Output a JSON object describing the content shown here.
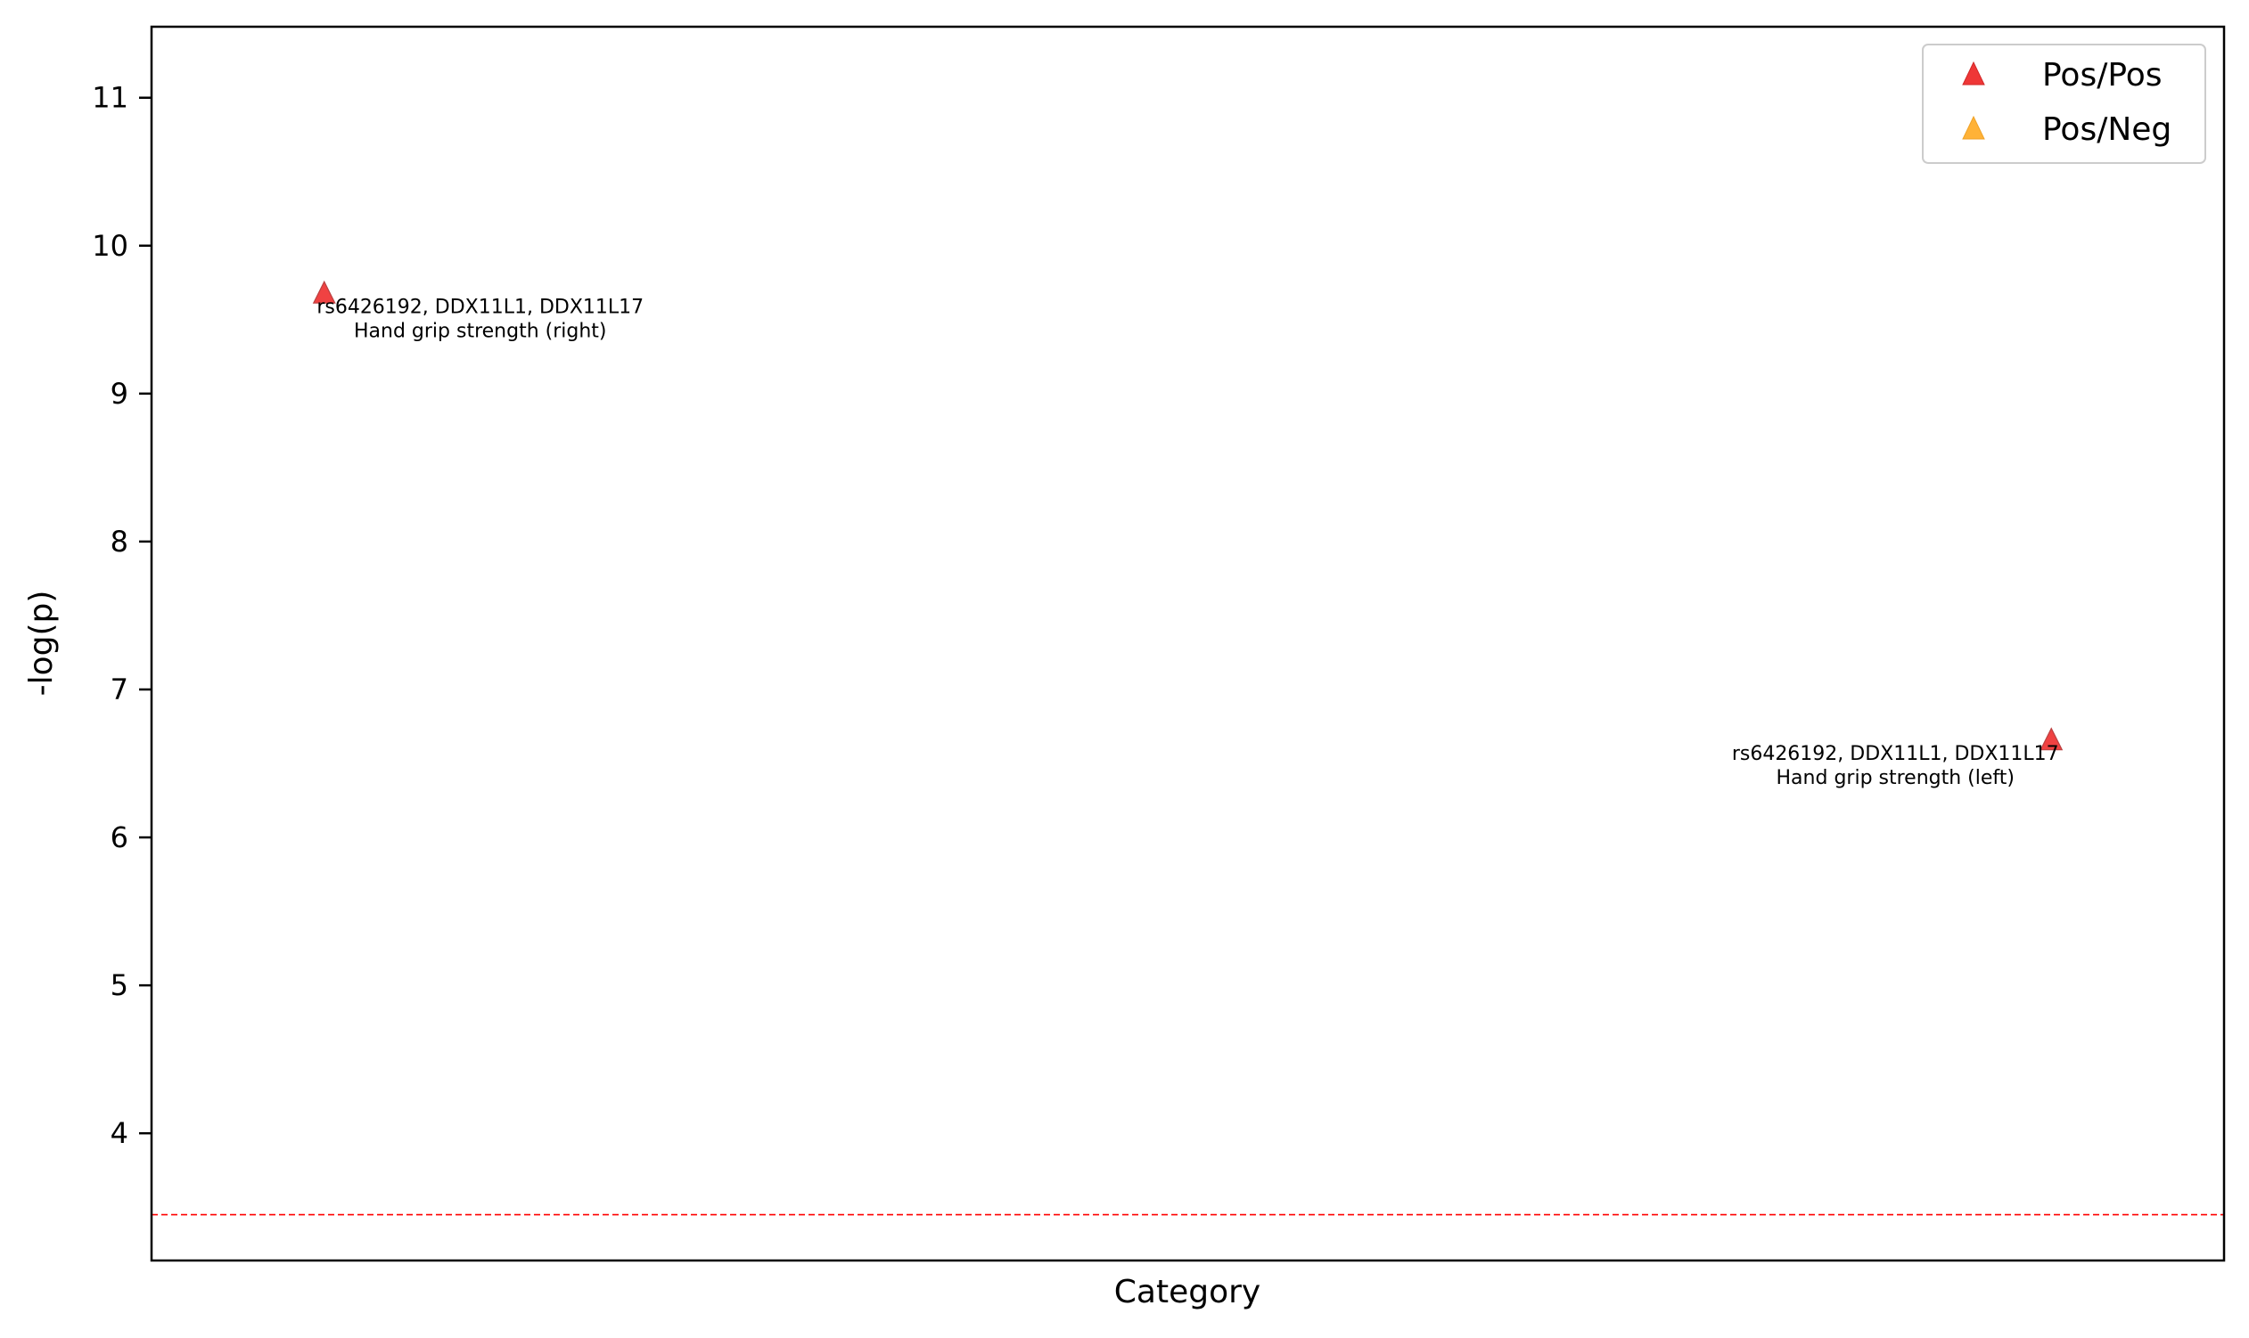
{
  "chart_data": {
    "type": "scatter",
    "xlabel": "Category",
    "ylabel": "-log(p)",
    "ylim": [
      3.14,
      11.48
    ],
    "xlim": [
      -0.1,
      1.1
    ],
    "yticks": [
      "4",
      "5",
      "6",
      "7",
      "8",
      "9",
      "10",
      "11"
    ],
    "grid": false,
    "legend_position": "top-right",
    "threshold": {
      "y": 3.45,
      "color": "#ff0000",
      "style": "dashed"
    },
    "series": [
      {
        "name": "Pos/Pos",
        "color": "#ee2222",
        "marker": "triangle-up",
        "points": [
          {
            "x": 0,
            "y": 9.67,
            "label_line1": "rs6426192, DDX11L1, DDX11L17",
            "label_line2": "Hand grip strength (right)"
          },
          {
            "x": 1,
            "y": 6.65,
            "label_line1": "rs6426192, DDX11L1, DDX11L17",
            "label_line2": "Hand grip strength (left)"
          }
        ]
      },
      {
        "name": "Pos/Neg",
        "color": "#ffaa22",
        "marker": "triangle-up",
        "points": []
      }
    ]
  }
}
